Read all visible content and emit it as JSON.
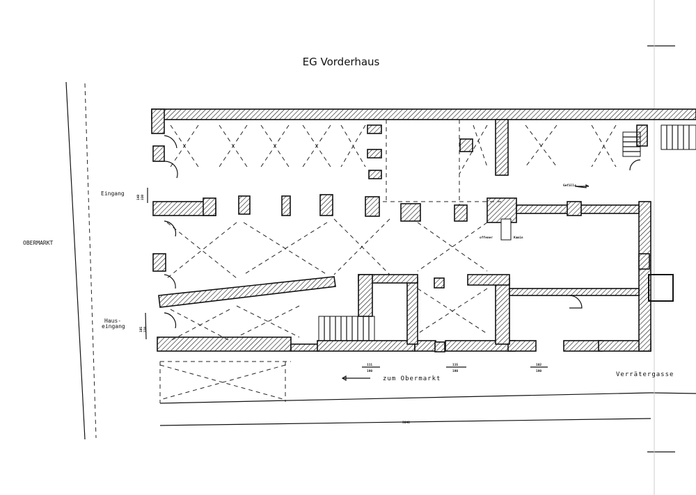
{
  "title": "EG Vorderhaus",
  "labels": {
    "obermarkt": "OBERMARKT",
    "eingang": "Eingang",
    "haus": "Haus-",
    "eingang2": "eingang",
    "gefaelle": "Gefälle",
    "offener": "offener",
    "kamin": "Kamin",
    "zum_obermarkt": "zum Obermarkt",
    "verraetergasse": "Verrätergasse"
  },
  "dimensions": {
    "eingang_top": "148",
    "eingang_bottom": "330",
    "haus_top": "185",
    "haus_bottom": "330",
    "win1_top": "111",
    "win1_bottom": "190",
    "win2_top": "115",
    "win2_bottom": "190",
    "win3_top": "102",
    "win3_bottom": "190",
    "total": "3040"
  }
}
